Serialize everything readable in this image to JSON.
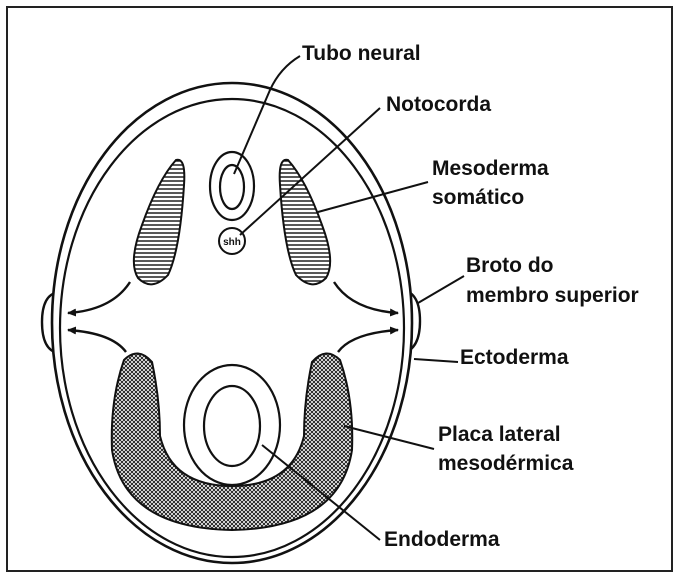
{
  "labels": {
    "tubo_neural": "Tubo neural",
    "notocorda": "Notocorda",
    "mesoderma_somatico_l1": "Mesoderma",
    "mesoderma_somatico_l2": "somático",
    "broto_l1": "Broto do",
    "broto_l2": "membro superior",
    "ectoderma": "Ectoderma",
    "placa_l1": "Placa lateral",
    "placa_l2": "mesodérmica",
    "endoderma": "Endoderma",
    "shh": "shh"
  },
  "colors": {
    "stroke": "#111111",
    "background": "#ffffff"
  }
}
